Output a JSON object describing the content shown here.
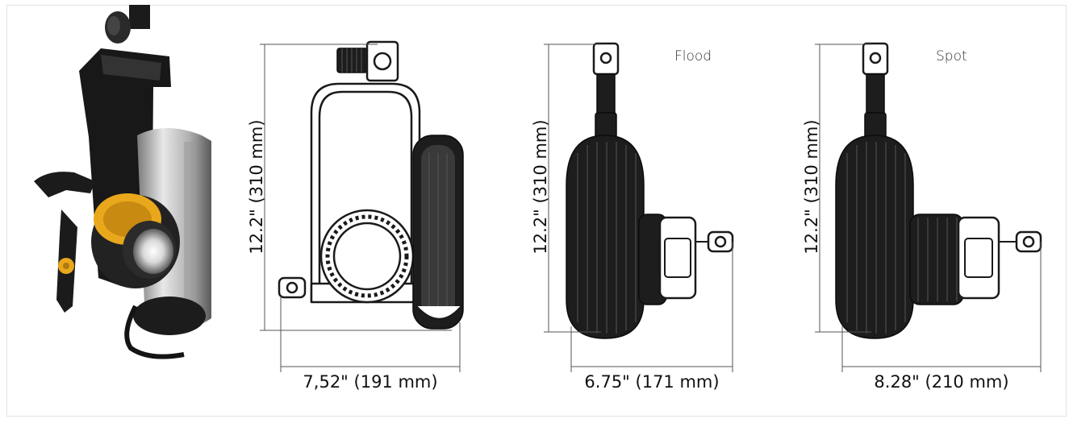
{
  "figure": {
    "photo_icon": "light-fixture-photo",
    "side_view": {
      "height_label": "12.2\" (310 mm)",
      "width_label": "7,52\" (191 mm)"
    },
    "flood_view": {
      "mode_label": "Flood",
      "height_label": "12.2\" (310 mm)",
      "width_label": "6.75\" (171 mm)"
    },
    "spot_view": {
      "mode_label": "Spot",
      "height_label": "12.2\" (310 mm)",
      "width_label": "8.28\" (210 mm)"
    }
  },
  "colors": {
    "accent_ring": "#e9a81c",
    "body_dark": "#1d1d1d",
    "body_silver": "#b8b8b8"
  }
}
